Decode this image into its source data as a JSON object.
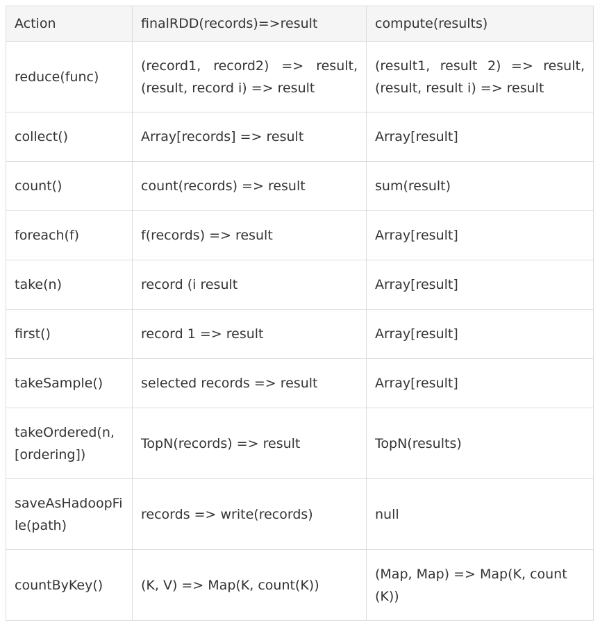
{
  "table": {
    "headers": [
      "Action",
      "finalRDD(records)=>result",
      "compute(results)"
    ],
    "rows": [
      [
        "reduce(func)",
        "(record1,  record2)  =>  result, (result, record i) => result",
        "(result1,  result  2)  =>  result, (result, result i) => result"
      ],
      [
        "collect()",
        "Array[records] => result",
        "Array[result]"
      ],
      [
        "count()",
        "count(records) => result",
        "sum(result)"
      ],
      [
        "foreach(f)",
        "f(records) => result",
        "Array[result]"
      ],
      [
        "take(n)",
        "record (i result",
        "Array[result]"
      ],
      [
        "first()",
        "record 1 => result",
        "Array[result]"
      ],
      [
        "takeSample()",
        "selected records => result",
        "Array[result]"
      ],
      [
        "takeOrdered(n, [ordering])",
        "TopN(records) => result",
        "TopN(results)"
      ],
      [
        "saveAsHadoopFile(path)",
        "records => write(records)",
        "null"
      ],
      [
        "countByKey()",
        "(K, V) => Map(K, count(K))",
        "(Map, Map) => Map(K, count (K))"
      ]
    ]
  }
}
